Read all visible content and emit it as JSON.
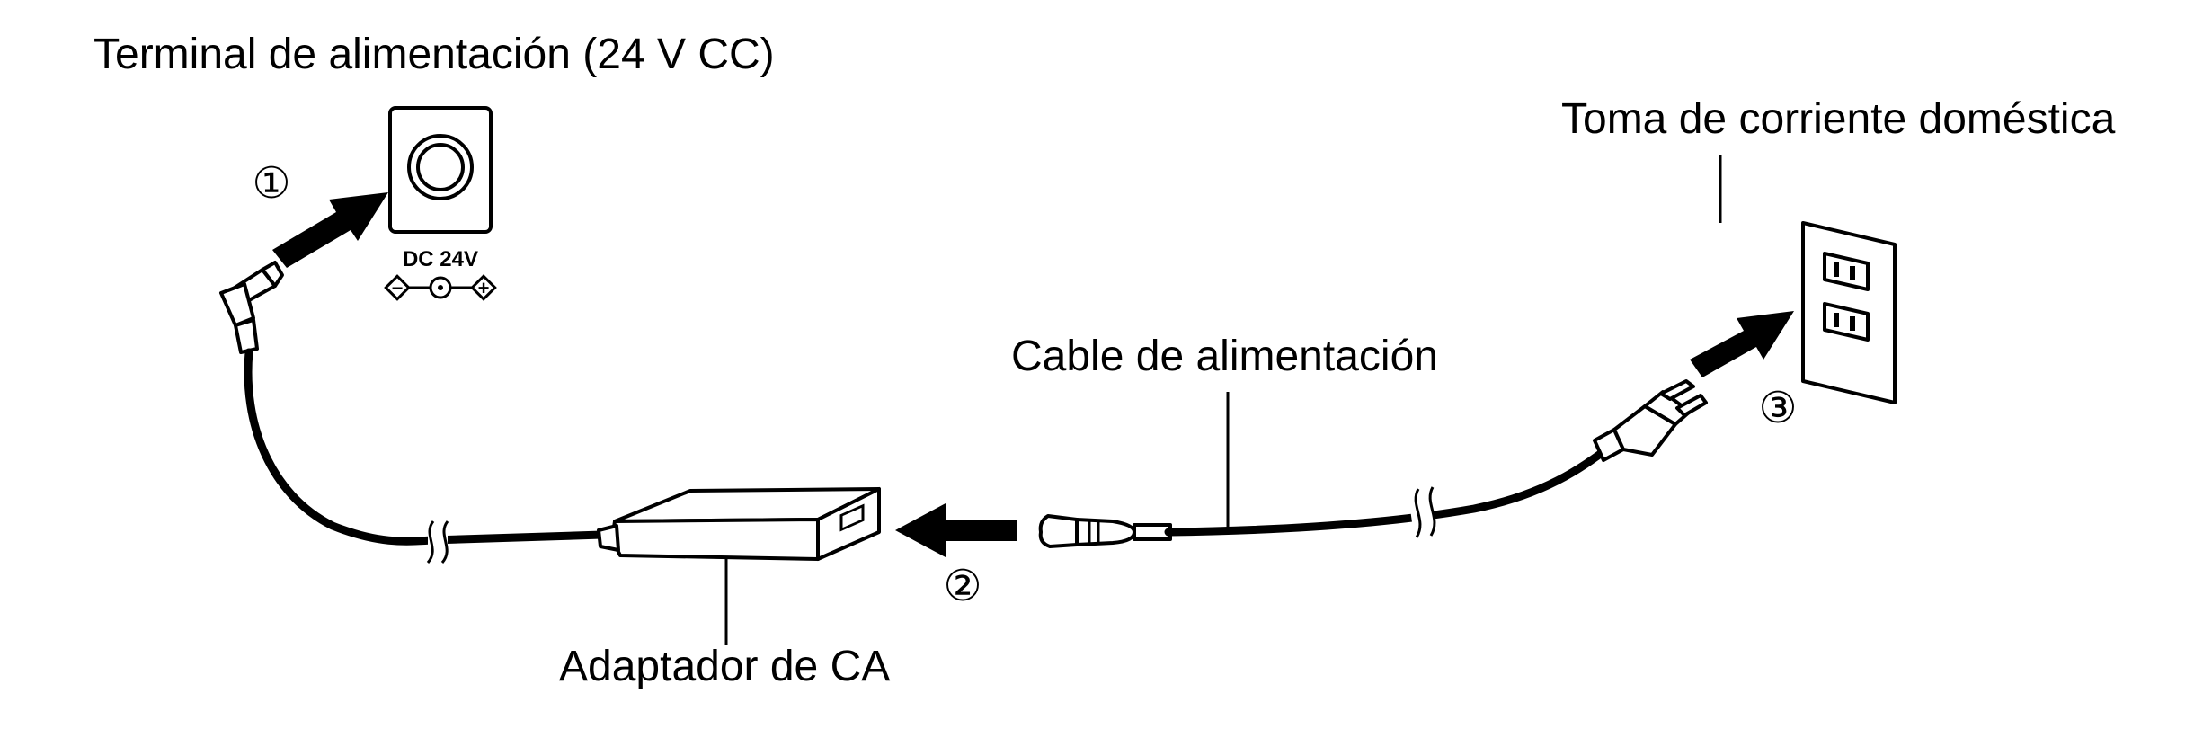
{
  "labels": {
    "power_terminal": "Terminal de alimentación (24 V CC)",
    "household_outlet": "Toma de corriente doméstica",
    "power_cable": "Cable de alimentación",
    "ac_adapter": "Adaptador de CA"
  },
  "jack": {
    "rating": "DC 24V",
    "minus_symbol": "−",
    "plus_symbol": "+"
  },
  "steps": [
    {
      "number": "1",
      "symbol": "①"
    },
    {
      "number": "2",
      "symbol": "②"
    },
    {
      "number": "3",
      "symbol": "③"
    }
  ],
  "colors": {
    "ink": "#000000",
    "background": "#ffffff"
  }
}
